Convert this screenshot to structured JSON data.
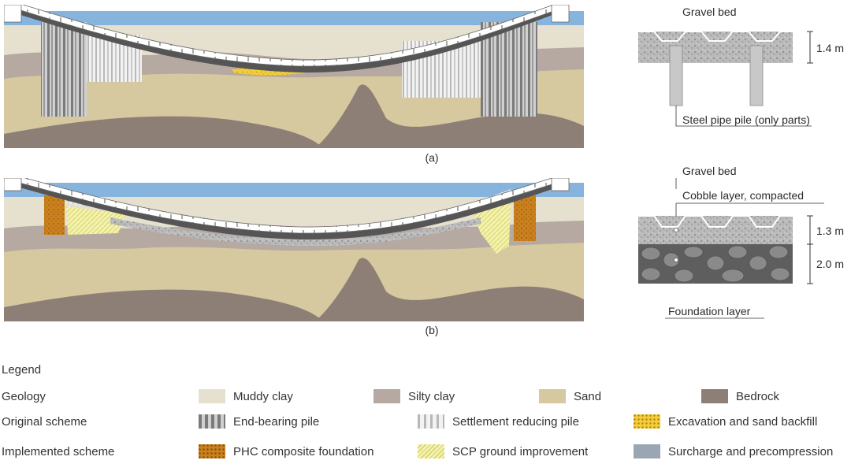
{
  "panel_a": {
    "caption": "(a)",
    "detail": {
      "top_label": "Gravel bed",
      "thickness": "1.4 m",
      "pile_label": "Steel pipe pile (only parts)"
    }
  },
  "panel_b": {
    "caption": "(b)",
    "detail": {
      "top_label": "Gravel bed",
      "cobble_label": "Cobble layer, compacted",
      "thickness_top": "1.3 m",
      "thickness_bottom": "2.0 m",
      "foundation_label": "Foundation layer"
    }
  },
  "legend": {
    "title": "Legend",
    "rows": [
      {
        "label": "Geology",
        "items": [
          "Muddy clay",
          "Silty clay",
          "Sand",
          "Bedrock"
        ]
      },
      {
        "label": "Original scheme",
        "items": [
          "End-bearing pile",
          "Settlement reducing pile",
          "Excavation and sand backfill"
        ]
      },
      {
        "label": "Implemented scheme",
        "items": [
          "PHC composite foundation",
          "SCP ground improvement",
          "Surcharge and precompression"
        ]
      }
    ]
  },
  "colors": {
    "muddy_clay": "#e6e1cf",
    "silty_clay": "#b6a9a2",
    "sand": "#d6c9a0",
    "bedrock": "#8d7f76",
    "water": "#86b4dc",
    "pile_dark": "#8a8a8a",
    "pile_light": "#d8d8d8",
    "excavation": "#f2cf3a",
    "phc": "#c9801d",
    "scp": "#f2f1a0",
    "surcharge": "#cfd6de",
    "road_outer": "#555555",
    "road_inner": "#ffffff",
    "gravel": "#bdbdbd",
    "cobble": "#666666"
  }
}
